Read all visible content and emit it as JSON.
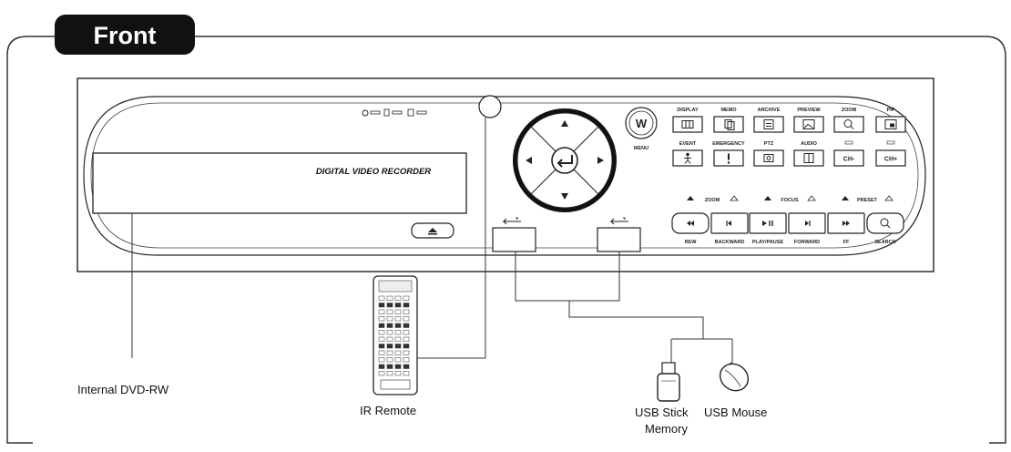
{
  "section": {
    "title": "Front"
  },
  "panel": {
    "brand_text": "DIGITAL VIDEO RECORDER",
    "status_icons": [
      "power-led-icon",
      "hdd-led-icon",
      "network-led-icon"
    ],
    "nav": {
      "menu_label": "MENU",
      "menu_icon": "W"
    },
    "function_buttons_row1": [
      {
        "label": "DISPLAY",
        "icon": "grid-icon"
      },
      {
        "label": "MEMO",
        "icon": "copy-icon"
      },
      {
        "label": "ARCHIVE",
        "icon": "archive-icon"
      },
      {
        "label": "PREVIEW",
        "icon": "image-icon"
      },
      {
        "label": "ZOOM",
        "icon": "zoom-icon"
      },
      {
        "label": "PIP",
        "icon": "pip-icon"
      }
    ],
    "function_buttons_row2": [
      {
        "label": "EVENT",
        "icon": "person-icon"
      },
      {
        "label": "EMERGENCY",
        "icon": "alert-icon"
      },
      {
        "label": "PTZ",
        "icon": "camera-icon"
      },
      {
        "label": "AUDIO",
        "icon": "audio-icon"
      },
      {
        "label": "",
        "icon": "ch-minus-icon"
      },
      {
        "label": "",
        "icon": "ch-plus-icon"
      }
    ],
    "control_groups": [
      "ZOOM",
      "FOCUS",
      "PRESET"
    ],
    "playback_buttons": [
      {
        "label": "REW",
        "icon": "rewind-icon"
      },
      {
        "label": "BACKWARD",
        "icon": "step-back-icon"
      },
      {
        "label": "PLAY/PAUSE",
        "icon": "play-pause-icon"
      },
      {
        "label": "FORWARD",
        "icon": "step-forward-icon"
      },
      {
        "label": "FF",
        "icon": "fast-forward-icon"
      },
      {
        "label": "SEARCH",
        "icon": "search-icon"
      }
    ]
  },
  "callouts": {
    "dvd": "Internal DVD-RW",
    "remote": "IR Remote",
    "usb_stick_line1": "USB Stick",
    "usb_stick_line2": "Memory",
    "usb_mouse": "USB Mouse"
  }
}
